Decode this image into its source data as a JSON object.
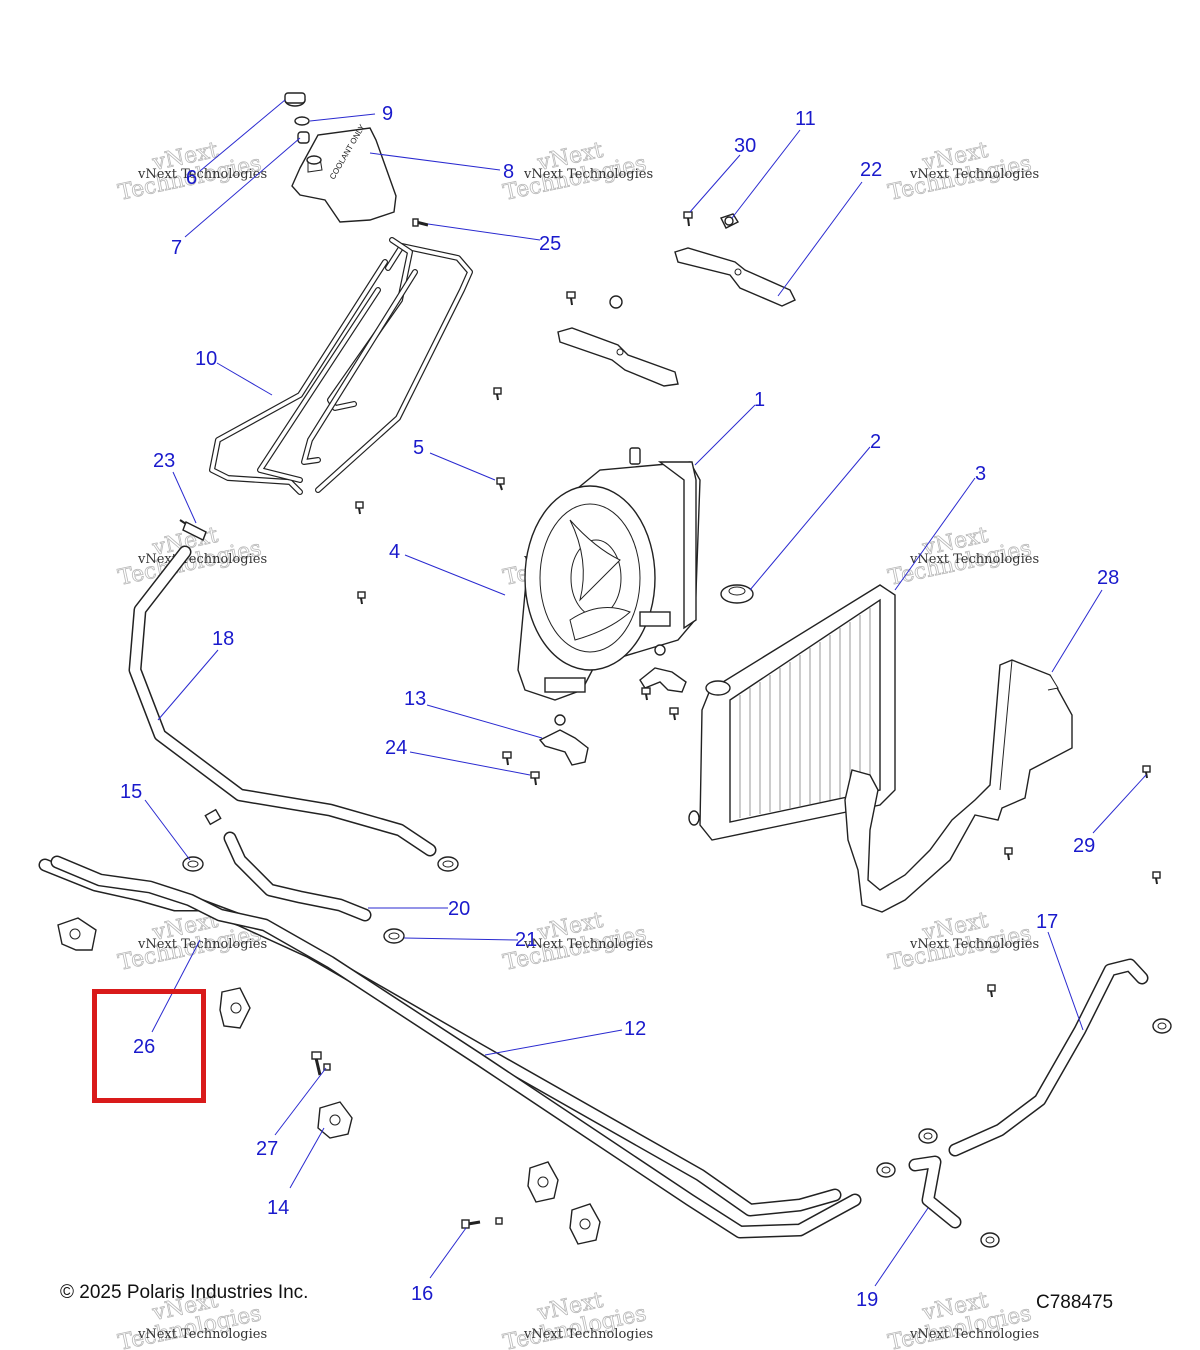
{
  "callouts": [
    "1",
    "2",
    "3",
    "4",
    "5",
    "6",
    "7",
    "8",
    "9",
    "10",
    "11",
    "12",
    "13",
    "14",
    "15",
    "16",
    "17",
    "18",
    "19",
    "20",
    "21",
    "22",
    "23",
    "24",
    "25",
    "26",
    "27",
    "28",
    "29",
    "30"
  ],
  "watermark": {
    "line1": "vNext Technologies",
    "line2": "vNext",
    "line3": "Technologies"
  },
  "coolant_label": "COOLANT ONLY",
  "copyright": "© 2025 Polaris Industries Inc.",
  "diagram_id": "C788475",
  "highlight": {
    "color": "#d91a1a",
    "callout": "26"
  },
  "colors": {
    "callout": "#1a1acc",
    "leader": "#2a2ad0"
  }
}
